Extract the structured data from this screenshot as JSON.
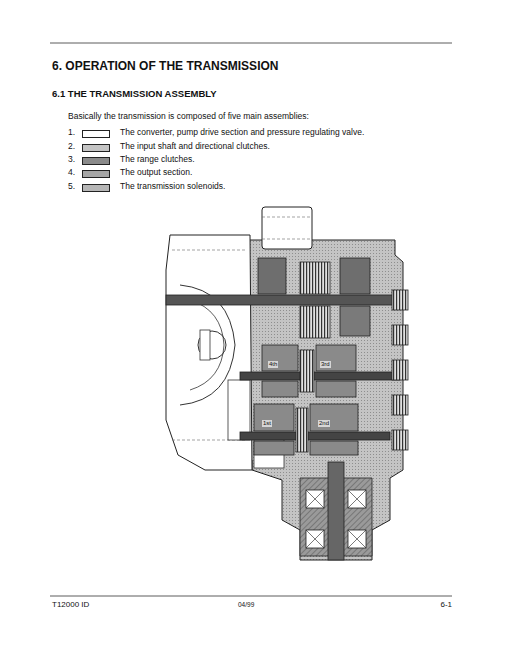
{
  "diagram": {
    "title": "6. OPERATION OF THE TRANSMISSION",
    "labels": [
      "6.1 THE TRANSMISSION ASSEMBLY",
      "Basically the transmission is composed of five main assemblies:",
      "1.",
      "2.",
      "3.",
      "4.",
      "5.",
      "4th",
      "3rd",
      "1st",
      "2nd",
      "T12000 ID",
      "04/99",
      "6-1"
    ],
    "legend": [
      {
        "text": "The converter, pump drive section and pressure regulating valve.",
        "color": "#ffffff"
      },
      {
        "text": "The input shaft and directional clutches.",
        "color": "#c4c4c4"
      },
      {
        "text": "The range clutches.",
        "color": "#8a8a8a"
      },
      {
        "text": "The output section.",
        "color": "#a6a6a6"
      },
      {
        "text": "The transmission solenoids.",
        "color": "#b6b6b6"
      }
    ]
  }
}
